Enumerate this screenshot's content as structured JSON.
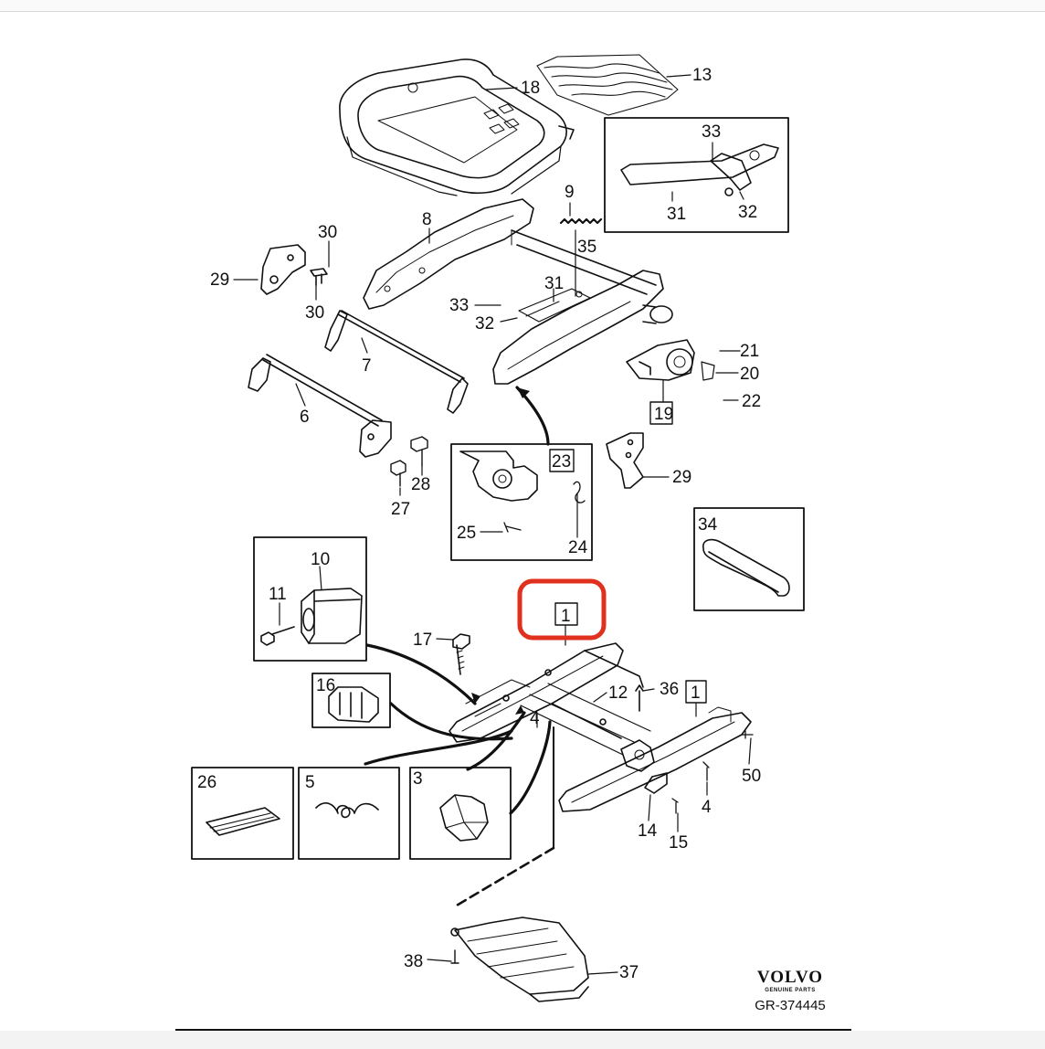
{
  "diagram": {
    "callouts": {
      "c13": "13",
      "c18": "18",
      "c33a": "33",
      "c31a": "31",
      "c32a": "32",
      "c9": "9",
      "c8": "8",
      "c35": "35",
      "c30a": "30",
      "c29a": "29",
      "c30b": "30",
      "c33b": "33",
      "c31b": "31",
      "c32b": "32",
      "c7": "7",
      "c6": "6",
      "c21": "21",
      "c20": "20",
      "c22": "22",
      "c19": "19",
      "c28": "28",
      "c27": "27",
      "c23": "23",
      "c25": "25",
      "c24": "24",
      "c29b": "29",
      "c34": "34",
      "c10": "10",
      "c11": "11",
      "c17": "17",
      "c1a": "1",
      "c12": "12",
      "c36": "36",
      "c1b": "1",
      "c16": "16",
      "c4a": "4",
      "c50": "50",
      "c4b": "4",
      "c14": "14",
      "c15": "15",
      "c26": "26",
      "c5": "5",
      "c3": "3",
      "c38": "38",
      "c37": "37"
    },
    "highlight_color": "#e0301e",
    "line_color": "#111111"
  },
  "logo": {
    "brand": "VOLVO",
    "sub": "GENUINE PARTS"
  },
  "doc_number": "GR-374445"
}
